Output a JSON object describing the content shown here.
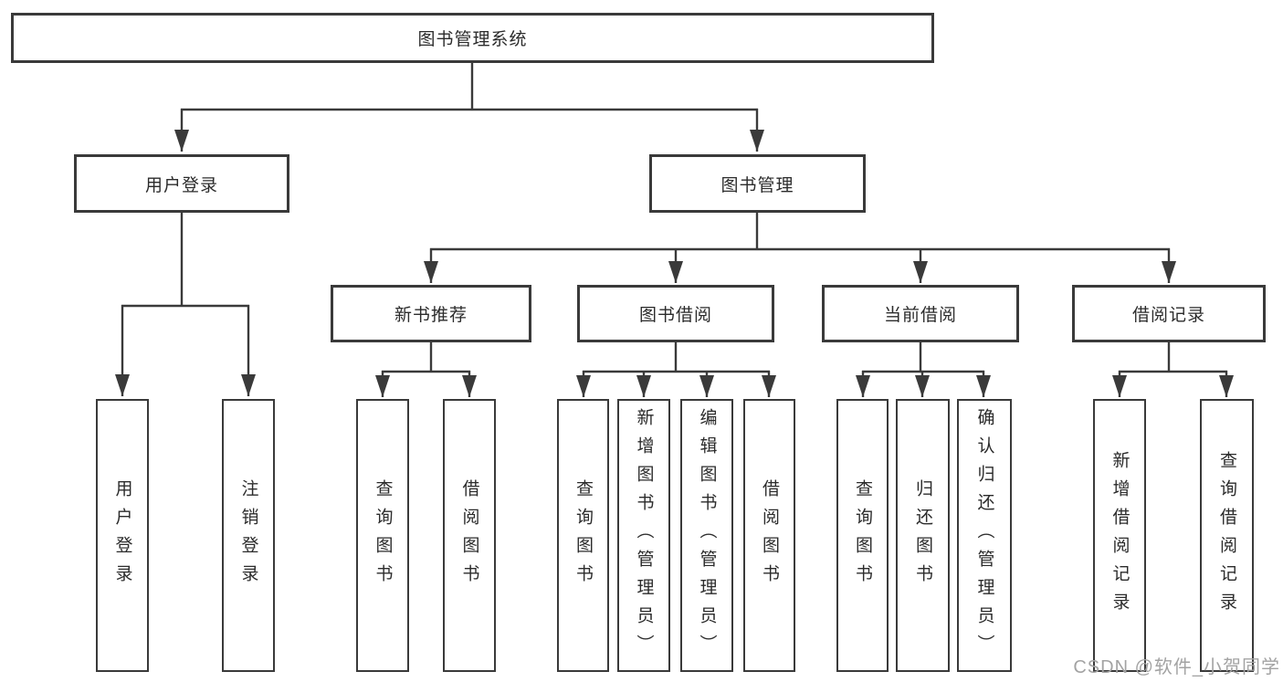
{
  "diagram_type": "hierarchy-tree",
  "colors": {
    "line": "#3a3a3a",
    "box_border": "#3a3a3a",
    "text": "#2b2b2b",
    "watermark": "#a3a3a3",
    "background": "#ffffff"
  },
  "tree": {
    "root": {
      "label": "图书管理系统",
      "children": [
        {
          "label": "用户登录",
          "children": [
            {
              "label": "用户登录"
            },
            {
              "label": "注销登录"
            }
          ]
        },
        {
          "label": "图书管理",
          "children": [
            {
              "label": "新书推荐",
              "children": [
                {
                  "label": "查询图书"
                },
                {
                  "label": "借阅图书"
                }
              ]
            },
            {
              "label": "图书借阅",
              "children": [
                {
                  "label": "查询图书"
                },
                {
                  "label": "新增图书（管理员）"
                },
                {
                  "label": "编辑图书（管理员）"
                },
                {
                  "label": "借阅图书"
                }
              ]
            },
            {
              "label": "当前借阅",
              "children": [
                {
                  "label": "查询图书"
                },
                {
                  "label": "归还图书"
                },
                {
                  "label": "确认归还（管理员）"
                }
              ]
            },
            {
              "label": "借阅记录",
              "children": [
                {
                  "label": "新增借阅记录"
                },
                {
                  "label": "查询借阅记录"
                }
              ]
            }
          ]
        }
      ]
    }
  },
  "watermark": {
    "text": "CSDN @软件_小贺同学"
  }
}
